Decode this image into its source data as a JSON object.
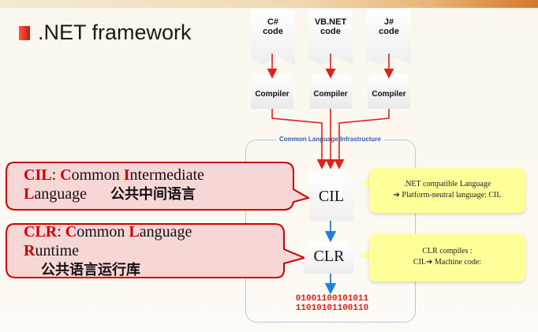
{
  "slide": {
    "title": ".NET framework"
  },
  "sources": [
    {
      "line1": "C#",
      "line2": "code"
    },
    {
      "line1": "VB.NET",
      "line2": "code"
    },
    {
      "line1": "J#",
      "line2": "code"
    }
  ],
  "compilers": [
    "Compiler",
    "Compiler",
    "Compiler"
  ],
  "cli": {
    "label": "Common Language Infrastructure",
    "cil_node": "CIL",
    "clr_node": "CLR",
    "binary": [
      "01001100101011",
      "11010101100110"
    ]
  },
  "callouts": {
    "cil": {
      "abbr": "CIL",
      "sep": ": ",
      "w1_cap": "C",
      "w1_rest": "ommon ",
      "w2_cap": "I",
      "w2_rest": "ntermediate",
      "w3_cap": "L",
      "w3_rest": "anguage",
      "chinese": "公共中间语言"
    },
    "clr": {
      "abbr": "CLR",
      "sep": ": ",
      "w1_cap": "C",
      "w1_rest": "ommon ",
      "w2_cap": "L",
      "w2_rest": "anguage",
      "w3_cap": "R",
      "w3_rest": "untime",
      "chinese": "公共语言运行库"
    }
  },
  "notes": {
    "cil": {
      "line1": ".NET compatible Language",
      "line2": "➔ Platform-neutral language: CIL"
    },
    "clr": {
      "line1": "CLR compiles :",
      "line2": "CIL➔ Machine code:"
    }
  },
  "colors": {
    "accent_red": "#e0201c",
    "arrow_blue": "#1f7fe0",
    "callout_fill": "#f7d6d6",
    "callout_border": "#cc0000",
    "note_fill": "#ffff99"
  }
}
